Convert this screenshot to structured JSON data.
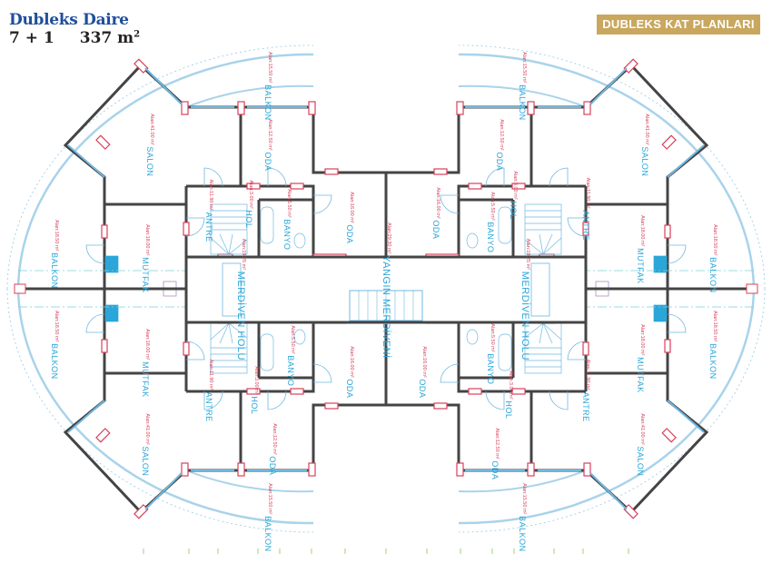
{
  "header": {
    "title": "Dubleks Daire",
    "rooms_count": "7 + 1",
    "area_value": "337 m",
    "area_unit_sup": "2",
    "badge": "DUBLEKS KAT PLANLARI"
  },
  "colors": {
    "title": "#1f4e9c",
    "badge": "#c9a75e",
    "wall": "#444444",
    "window": "#d8405a",
    "fixture": "#2aa6d8"
  },
  "rooms": [
    {
      "name": "BALKON",
      "area": "Alan:15.50 m²"
    },
    {
      "name": "SALON",
      "area": "Alan:41.00 m²"
    },
    {
      "name": "ODA",
      "area": "Alan:12.50 m²"
    },
    {
      "name": "ANTRE",
      "area": "Alan:11.90 m²"
    },
    {
      "name": "HOL",
      "area": "Alan:3.00 m²"
    },
    {
      "name": "BANYO",
      "area": "Alan:5.50 m²"
    },
    {
      "name": "MUTFAK",
      "area": "Alan:18.00 m²"
    },
    {
      "name": "BALKON",
      "area": "Alan:18.50 m²"
    },
    {
      "name": "ODA",
      "area": "Alan:16.00 m²"
    },
    {
      "name": "MERDİVEN HOLU",
      "area": "Alan:19.25 m²"
    },
    {
      "name": "BALKON",
      "area": "Alan:18.50 m²"
    },
    {
      "name": "MUTFAK",
      "area": "Alan:18.00 m²"
    },
    {
      "name": "ANTRE",
      "area": "Alan:11.90 m²"
    },
    {
      "name": "HOL",
      "area": "Alan:3.00 m²"
    },
    {
      "name": "BANYO",
      "area": "Alan:5.50 m²"
    },
    {
      "name": "ODA",
      "area": "Alan:16.00 m²"
    },
    {
      "name": "SALON",
      "area": "Alan:41.00 m²"
    },
    {
      "name": "ODA",
      "area": "Alan:12.50 m²"
    },
    {
      "name": "BALKON",
      "area": "Alan:15.50 m²"
    },
    {
      "name": "YANGIN MERDİVENİ",
      "area": "Alan:29.30 m²"
    },
    {
      "name": "BALKON",
      "area": "Alan:15.50 m²"
    },
    {
      "name": "SALON",
      "area": "Alan:41.00 m²"
    },
    {
      "name": "ODA",
      "area": "Alan:12.50 m²"
    },
    {
      "name": "ANTRE",
      "area": "Alan:11.90 m²"
    },
    {
      "name": "HOL",
      "area": "Alan:3.00 m²"
    },
    {
      "name": "BANYO",
      "area": "Alan:5.50 m²"
    },
    {
      "name": "MUTFAK",
      "area": "Alan:18.00 m²"
    },
    {
      "name": "BALKON",
      "area": "Alan:18.50 m²"
    },
    {
      "name": "ODA",
      "area": "Alan:16.00 m²"
    },
    {
      "name": "MERDİVEN HOLU",
      "area": "Alan:19.25 m²"
    },
    {
      "name": "BALKON",
      "area": "Alan:18.50 m²"
    },
    {
      "name": "MUTFAK",
      "area": "Alan:18.00 m²"
    },
    {
      "name": "ANTRE",
      "area": "Alan:11.90 m²"
    },
    {
      "name": "HOL",
      "area": "Alan:3.00 m²"
    },
    {
      "name": "BANYO",
      "area": "Alan:5.50 m²"
    },
    {
      "name": "ODA",
      "area": "Alan:16.00 m²"
    },
    {
      "name": "SALON",
      "area": "Alan:41.00 m²"
    },
    {
      "name": "ODA",
      "area": "Alan:12.50 m²"
    },
    {
      "name": "BALKON",
      "area": "Alan:15.50 m²"
    }
  ]
}
